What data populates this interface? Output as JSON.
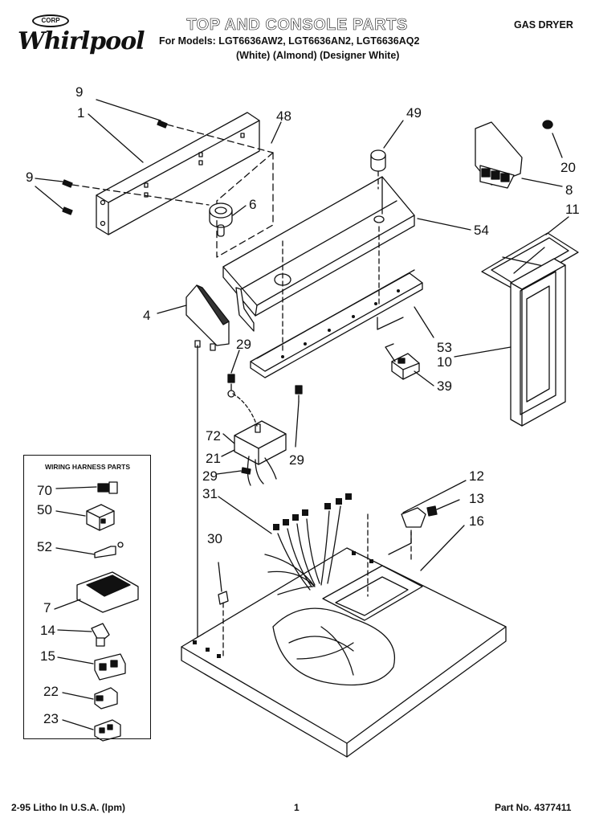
{
  "header": {
    "brand": "Whirlpool",
    "brand_mark": "CORP",
    "title": "TOP AND CONSOLE PARTS",
    "models": "For Models: LGT6636AW2, LGT6636AN2, LGT6636AQ2",
    "variants": "(White)    (Almond) (Designer White)",
    "appliance": "GAS DRYER"
  },
  "callouts": {
    "c9a": "9",
    "c1": "1",
    "c48": "48",
    "c49": "49",
    "c20": "20",
    "c8": "8",
    "c9b": "9",
    "c6": "6",
    "c54": "54",
    "c11": "11",
    "c4": "4",
    "c53": "53",
    "c10": "10",
    "c29a": "29",
    "c39": "39",
    "c72": "72",
    "c21": "21",
    "c29b": "29",
    "c29c": "29",
    "c12": "12",
    "c13": "13",
    "c31": "31",
    "c16": "16",
    "c30": "30"
  },
  "wiring_harness": {
    "title": "WIRING HARNESS PARTS",
    "items": [
      "70",
      "50",
      "52",
      "7",
      "14",
      "15",
      "22",
      "23"
    ]
  },
  "footer": {
    "left": "2-95 Litho In U.S.A. (lpm)",
    "page": "1",
    "part": "Part No. 4377411"
  }
}
